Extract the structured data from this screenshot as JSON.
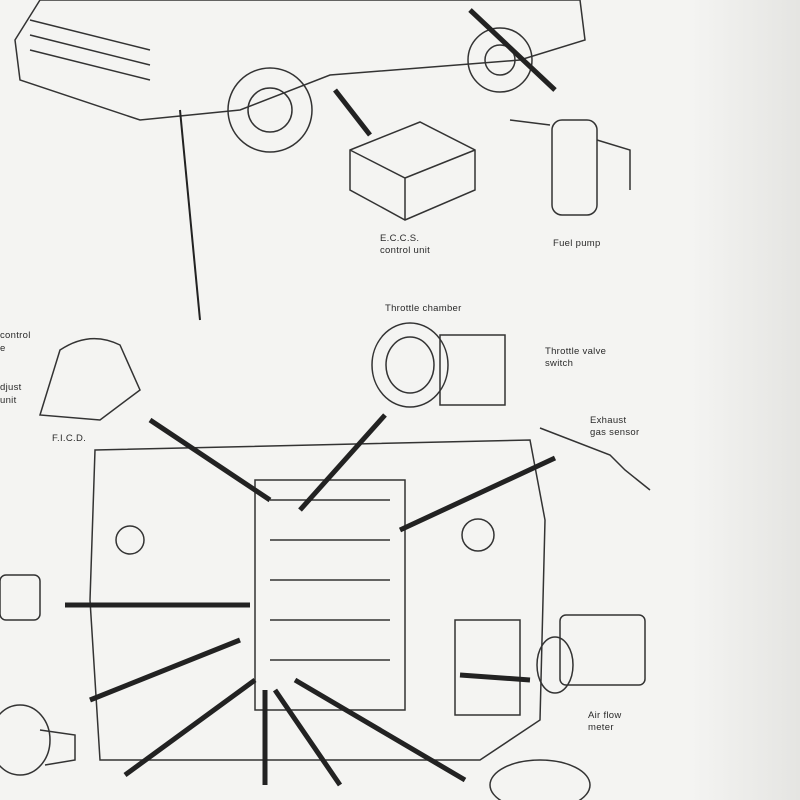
{
  "labels": {
    "eccs": "E.C.C.S.\ncontrol unit",
    "eccs_line1": "E.C.C.S.",
    "eccs_line2": "control unit",
    "fuel_pump": "Fuel pump",
    "throttle_chamber": "Throttle chamber",
    "throttle_switch_1": "Throttle valve",
    "throttle_switch_2": "switch",
    "exhaust_1": "Exhaust",
    "exhaust_2": "gas sensor",
    "airflow_1": "Air flow",
    "airflow_2": "meter",
    "ficd": "F.I.C.D.",
    "partial_control": "control",
    "partial_e": "e",
    "partial_adjust": "djust",
    "partial_unit": "unit"
  },
  "colors": {
    "ink": "#2a2a2a",
    "paper": "#f4f4f2",
    "arrow": "#333333"
  }
}
